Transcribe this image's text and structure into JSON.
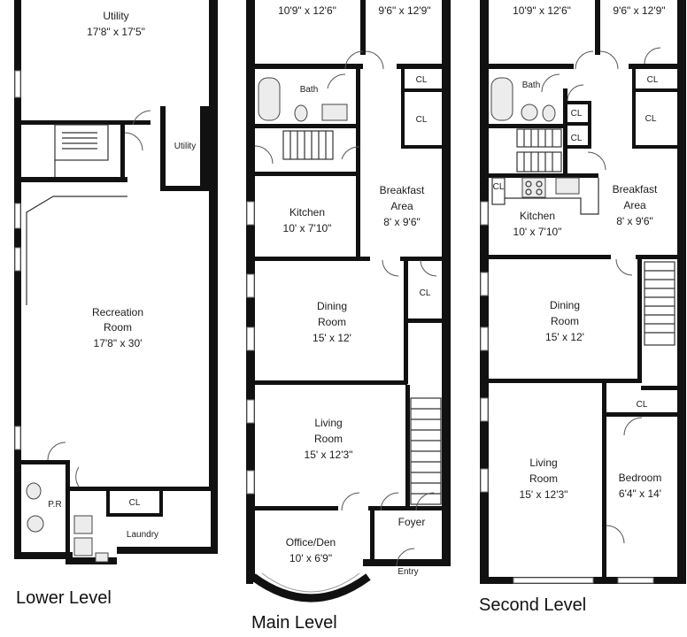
{
  "levels": {
    "lower": {
      "title": "Lower Level",
      "rooms": {
        "utility_top": {
          "name": "Utility",
          "dim": "17'8\" x 17'5\""
        },
        "utility_side": {
          "name": "Utility"
        },
        "recreation": {
          "name": "Recreation",
          "name2": "Room",
          "dim": "17'8\" x 30'"
        },
        "powder": {
          "name": "P.R"
        },
        "closet": {
          "name": "CL"
        },
        "laundry": {
          "name": "Laundry"
        }
      }
    },
    "main": {
      "title": "Main Level",
      "rooms": {
        "top_left": {
          "dim": "10'9\" x 12'6\""
        },
        "top_right": {
          "dim": "9'6\" x 12'9\""
        },
        "bath": {
          "name": "Bath"
        },
        "cl1": {
          "name": "CL"
        },
        "cl2": {
          "name": "CL"
        },
        "kitchen": {
          "name": "Kitchen",
          "dim": "10' x 7'10\""
        },
        "breakfast": {
          "name": "Breakfast",
          "name2": "Area",
          "dim": "8' x 9'6\""
        },
        "dining": {
          "name": "Dining",
          "name2": "Room",
          "dim": "15' x 12'"
        },
        "cl3": {
          "name": "CL"
        },
        "living": {
          "name": "Living",
          "name2": "Room",
          "dim": "15' x 12'3\""
        },
        "office": {
          "name": "Office/Den",
          "dim": "10' x 6'9\""
        },
        "foyer": {
          "name": "Foyer"
        },
        "entry": {
          "name": "Entry"
        }
      }
    },
    "second": {
      "title": "Second Level",
      "rooms": {
        "top_left": {
          "dim": "10'9\" x 12'6\""
        },
        "top_right": {
          "dim": "9'6\" x 12'9\""
        },
        "cl1": {
          "name": "CL"
        },
        "bath": {
          "name": "Bath"
        },
        "cl2": {
          "name": "CL"
        },
        "cl3": {
          "name": "CL"
        },
        "cl4": {
          "name": "CL"
        },
        "cl5": {
          "name": "CL"
        },
        "kitchen": {
          "name": "Kitchen",
          "dim": "10' x 7'10\""
        },
        "breakfast": {
          "name": "Breakfast",
          "name2": "Area",
          "dim": "8' x 9'6\""
        },
        "dining": {
          "name": "Dining",
          "name2": "Room",
          "dim": "15' x 12'"
        },
        "cl6": {
          "name": "CL"
        },
        "living": {
          "name": "Living",
          "name2": "Room",
          "dim": "15' x 12'3\""
        },
        "bedroom": {
          "name": "Bedroom",
          "dim": "6'4\" x 14'"
        }
      }
    }
  }
}
